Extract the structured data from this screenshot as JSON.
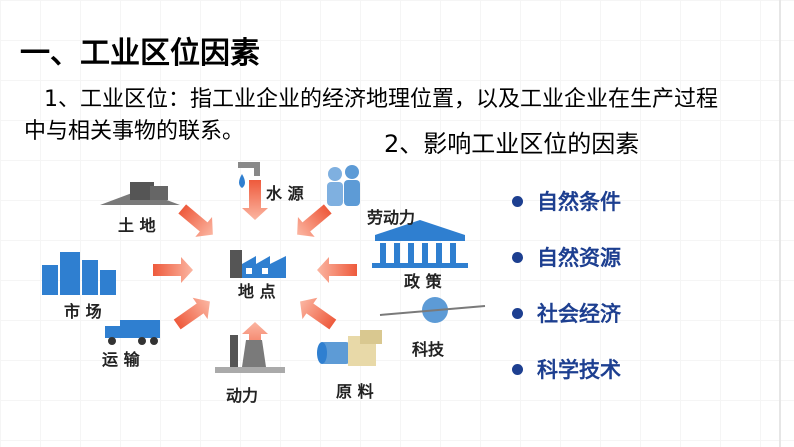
{
  "heading": "一、工业区位因素",
  "definition": {
    "line1": "1、工业区位：指工业企业的经济地理位置，以及工业企业在生产过程",
    "line2": "中与相关事物的联系。"
  },
  "subheading": "2、影响工业区位的因素",
  "factors": [
    "自然条件",
    "自然资源",
    "社会经济",
    "科学技术"
  ],
  "diagram": {
    "center": "地 点",
    "labels": {
      "water": "水 源",
      "land": "土 地",
      "labor": "劳动力",
      "policy": "政 策",
      "market": "市 场",
      "tech": "科技",
      "transport": "运 输",
      "power": "动力",
      "raw": "原 料"
    }
  },
  "colors": {
    "factor_text": "#1d3f90",
    "arrow": "#f06a4e",
    "icon_blue": "#2f7fd0"
  }
}
